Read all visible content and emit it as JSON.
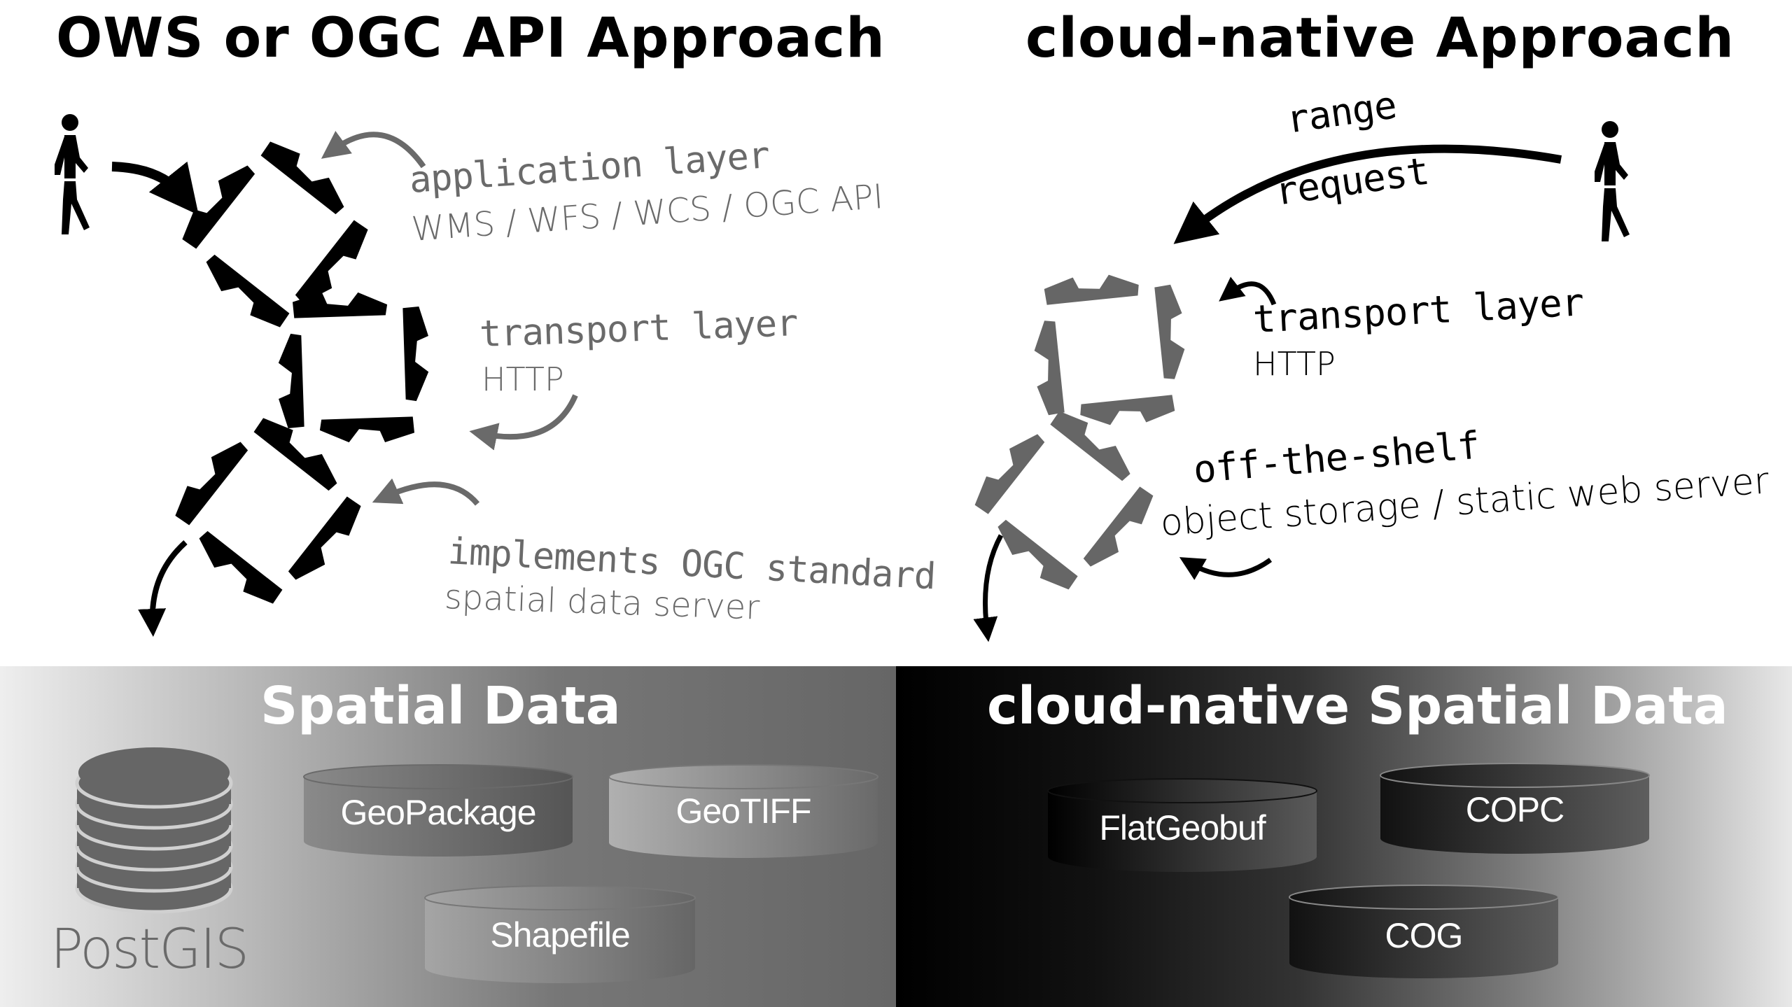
{
  "left": {
    "title": "OWS or OGC API Approach",
    "layers": [
      {
        "heading": "application layer",
        "detail": "WMS / WFS / WCS / OGC API"
      },
      {
        "heading": "transport layer",
        "detail": "HTTP"
      },
      {
        "heading": "implements OGC standard",
        "detail": "spatial data server"
      }
    ],
    "gear_color": "#000000",
    "label_color": "#6a6a6a"
  },
  "right": {
    "title": "cloud-native Approach",
    "request_label_1": "range",
    "request_label_2": "request",
    "layers": [
      {
        "heading": "transport layer",
        "detail": "HTTP"
      },
      {
        "heading": "off-the-shelf",
        "detail": "object storage / static web server"
      }
    ],
    "gear_color": "#666666",
    "label_color": "#000000"
  },
  "bottom_left": {
    "title": "Spatial Data",
    "database": {
      "label": "PostGIS",
      "icon": "database-stack-icon"
    },
    "formats": [
      "GeoPackage",
      "GeoTIFF",
      "Shapefile"
    ]
  },
  "bottom_right": {
    "title": "cloud-native Spatial Data",
    "formats": [
      "FlatGeobuf",
      "COPC",
      "COG"
    ]
  },
  "icons": {
    "user": "person-walking-icon",
    "gear": "gear-icon",
    "arrow": "curved-arrow-icon",
    "cylinder": "cylinder-icon"
  }
}
